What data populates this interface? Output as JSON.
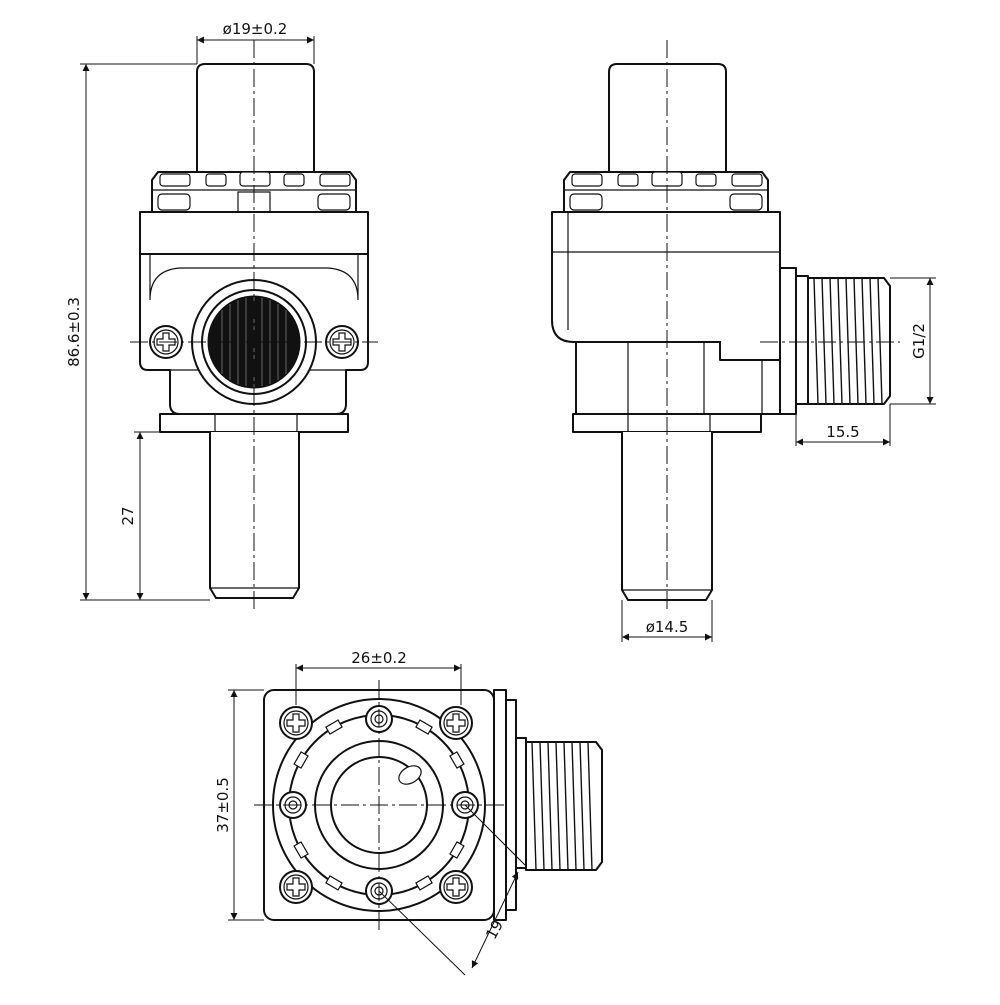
{
  "drawing": {
    "front_view": {
      "dim_diameter_top": "ø19±0.2",
      "dim_total_height": "86.6±0.3",
      "dim_pipe_length": "27"
    },
    "side_view": {
      "dim_thread": "G1/2",
      "dim_thread_length": "15.5",
      "dim_pipe_diameter": "ø14.5"
    },
    "bottom_view": {
      "dim_width": "26±0.2",
      "dim_height": "37±0.5",
      "dim_diagonal": "19"
    }
  }
}
